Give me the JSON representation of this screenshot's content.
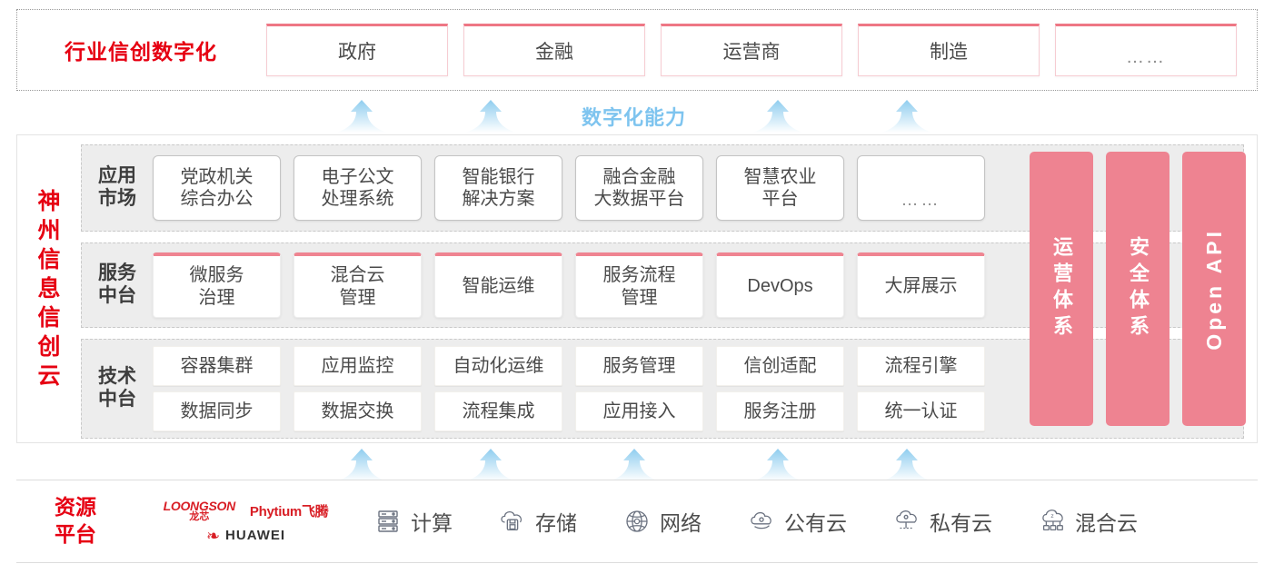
{
  "industry": {
    "title": "行业信创数字化",
    "cards": [
      "政府",
      "金融",
      "运营商",
      "制造",
      "……"
    ]
  },
  "capability": {
    "label": "数字化能力",
    "color": "#7ec4ef",
    "arrow_count_top": 4,
    "arrow_count_bottom": 5
  },
  "cloud": {
    "title": "神州信息信创云",
    "title_chars": [
      "神",
      "州",
      "信",
      "息",
      "信",
      "创",
      "云"
    ],
    "rows": [
      {
        "label": "应用\n市场",
        "label_lines": [
          "应用",
          "市场"
        ],
        "style": "app",
        "cells": [
          [
            "党政机关",
            "综合办公"
          ],
          [
            "电子公文",
            "处理系统"
          ],
          [
            "智能银行",
            "解决方案"
          ],
          [
            "融合金融",
            "大数据平台"
          ],
          [
            "智慧农业",
            "平台"
          ],
          [
            "……"
          ]
        ]
      },
      {
        "label_lines": [
          "服务",
          "中台"
        ],
        "style": "svc",
        "cells": [
          [
            "微服务",
            "治理"
          ],
          [
            "混合云",
            "管理"
          ],
          [
            "智能运维"
          ],
          [
            "服务流程",
            "管理"
          ],
          [
            "DevOps"
          ],
          [
            "大屏展示"
          ]
        ]
      },
      {
        "label_lines": [
          "技术",
          "中台"
        ],
        "style": "tech",
        "cells_top": [
          "容器集群",
          "应用监控",
          "自动化运维",
          "服务管理",
          "信创适配",
          "流程引擎"
        ],
        "cells_bottom": [
          "数据同步",
          "数据交换",
          "流程集成",
          "应用接入",
          "服务注册",
          "统一认证"
        ]
      }
    ],
    "pillars": [
      {
        "text": "运营体系",
        "kind": "cn"
      },
      {
        "text": "安全体系",
        "kind": "cn"
      },
      {
        "text": "Open API",
        "kind": "en"
      }
    ],
    "pillar_color": "#ee8391"
  },
  "resource": {
    "title_lines": [
      "资源",
      "平台"
    ],
    "logos": {
      "loongson_en": "LOONGSON",
      "loongson_cn": "龙芯",
      "phytium": "Phytium飞腾",
      "huawei": "HUAWEI"
    },
    "items": [
      {
        "label": "计算",
        "icon": "server-icon"
      },
      {
        "label": "存储",
        "icon": "cloud-storage-icon"
      },
      {
        "label": "网络",
        "icon": "network-globe-icon"
      },
      {
        "label": "公有云",
        "icon": "public-cloud-icon"
      },
      {
        "label": "私有云",
        "icon": "private-cloud-icon"
      },
      {
        "label": "混合云",
        "icon": "hybrid-cloud-icon"
      }
    ]
  },
  "colors": {
    "brand_red": "#e60012",
    "pink": "#ee8391",
    "pink_border": "#ef8491",
    "blue": "#7ec4ef",
    "band_bg": "#ededed"
  }
}
